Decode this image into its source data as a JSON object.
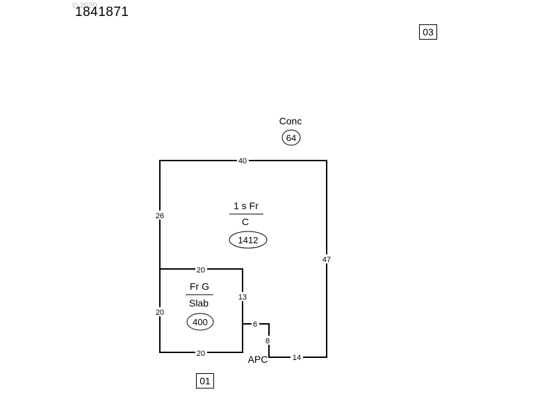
{
  "header": {
    "parcel_id": "1841871",
    "copyright": "© 2020"
  },
  "areas": {
    "conc": {
      "label": "Conc",
      "value": "64"
    },
    "main": {
      "label": "1 s Fr",
      "sublabel": "C",
      "value": "1412"
    },
    "garage": {
      "label": "Fr G",
      "sublabel": "Slab",
      "value": "400"
    },
    "apc": {
      "label": "APC"
    }
  },
  "dimensions": {
    "top": "40",
    "left_upper": "26",
    "right": "47",
    "garage_top": "20",
    "garage_right": "13",
    "garage_left": "20",
    "garage_bottom": "20",
    "notch_h": "6",
    "notch_v": "8",
    "bottom_right": "14"
  },
  "boxes": {
    "b03": "03",
    "b01": "01"
  }
}
